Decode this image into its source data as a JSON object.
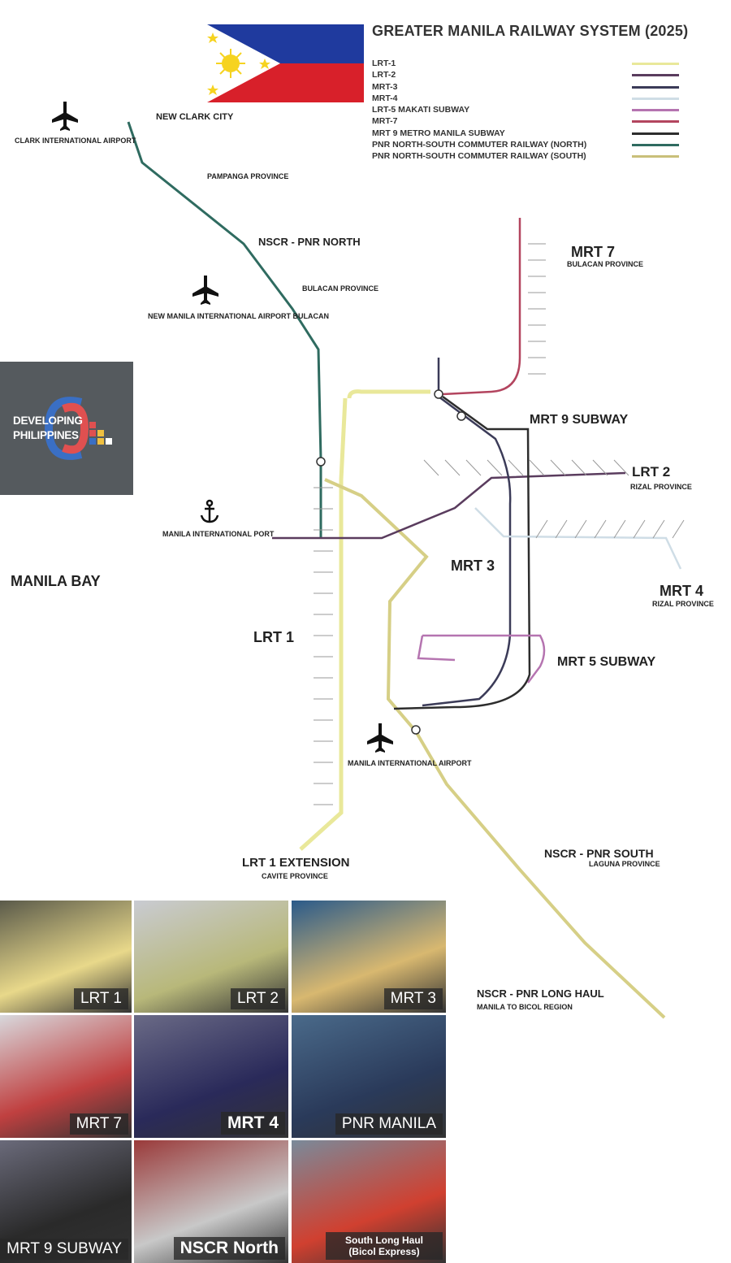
{
  "map": {
    "title": "GREATER MANILA RAILWAY SYSTEM (2025)",
    "legend": [
      {
        "label": "LRT-1",
        "color": "#e9e89a"
      },
      {
        "label": "LRT-2",
        "color": "#5a3c5e"
      },
      {
        "label": "MRT-3",
        "color": "#3b3b58"
      },
      {
        "label": "MRT-4",
        "color": "#cfdde6"
      },
      {
        "label": "LRT-5 MAKATI SUBWAY",
        "color": "#b574b0"
      },
      {
        "label": "MRT-7",
        "color": "#b3455f"
      },
      {
        "label": "MRT 9 METRO MANILA SUBWAY",
        "color": "#2d2d2d"
      },
      {
        "label": "PNR NORTH-SOUTH COMMUTER RAILWAY (NORTH)",
        "color": "#2f6b60"
      },
      {
        "label": "PNR NORTH-SOUTH COMMUTER RAILWAY (SOUTH)",
        "color": "#c9c07a"
      }
    ],
    "labels": {
      "new_clark_city": "NEW CLARK CITY",
      "clark_airport": "CLARK INTERNATIONAL AIRPORT",
      "pampanga": "PAMPANGA PROVINCE",
      "nscr_north": "NSCR - PNR NORTH",
      "bulacan_province": "BULACAN PROVINCE",
      "new_manila_airport": "NEW MANILA INTERNATIONAL AIRPORT BULACAN",
      "mrt7": "MRT 7",
      "mrt7_sub": "BULACAN PROVINCE",
      "mrt9": "MRT 9 SUBWAY",
      "lrt2": "LRT 2",
      "lrt2_sub": "RIZAL PROVINCE",
      "manila_port": "MANILA INTERNATIONAL PORT",
      "manila_bay": "MANILA BAY",
      "mrt3": "MRT 3",
      "mrt4": "MRT 4",
      "mrt4_sub": "RIZAL PROVINCE",
      "lrt1": "LRT 1",
      "mrt5": "MRT 5 SUBWAY",
      "manila_airport": "MANILA INTERNATIONAL AIRPORT",
      "nscr_south": "NSCR - PNR SOUTH",
      "nscr_south_sub": "LAGUNA PROVINCE",
      "lrt1_ext": "LRT 1 EXTENSION",
      "lrt1_ext_sub": "CAVITE PROVINCE",
      "long_haul": "NSCR - PNR LONG HAUL",
      "long_haul_sub": "MANILA TO BICOL REGION"
    }
  },
  "logo": {
    "line1": "DEVELOPING",
    "line2": "PHILIPPINES"
  },
  "photos": [
    {
      "label": "LRT 1"
    },
    {
      "label": "LRT 2"
    },
    {
      "label": "MRT 3"
    },
    {
      "label": "MRT 7"
    },
    {
      "label": "MRT 4"
    },
    {
      "label": "PNR MANILA"
    },
    {
      "label": "MRT 9 SUBWAY"
    },
    {
      "label": "NSCR North"
    },
    {
      "label": "South Long Haul (Bicol Express)"
    }
  ]
}
